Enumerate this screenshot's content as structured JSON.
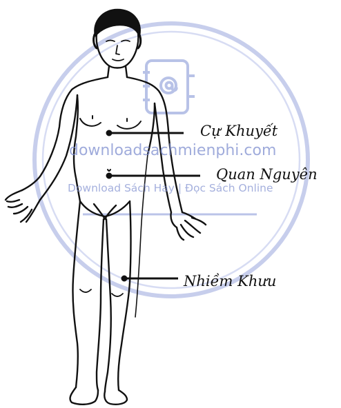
{
  "diagram": {
    "labels": [
      {
        "id": "acupoint-cu-khuyet",
        "text": "Cự Khuyết"
      },
      {
        "id": "acupoint-quan-nguyen",
        "text": "Quan Nguyên"
      },
      {
        "id": "acupoint-nhiem-khuu",
        "text": "Nhiềm Khưu"
      }
    ]
  },
  "watermark": {
    "domain": "downloadsachmienphi.com",
    "tagline": "Download Sách Hay | Đọc Sách Online",
    "icon": "address-book-at-icon",
    "color": "#8a9bd8"
  }
}
